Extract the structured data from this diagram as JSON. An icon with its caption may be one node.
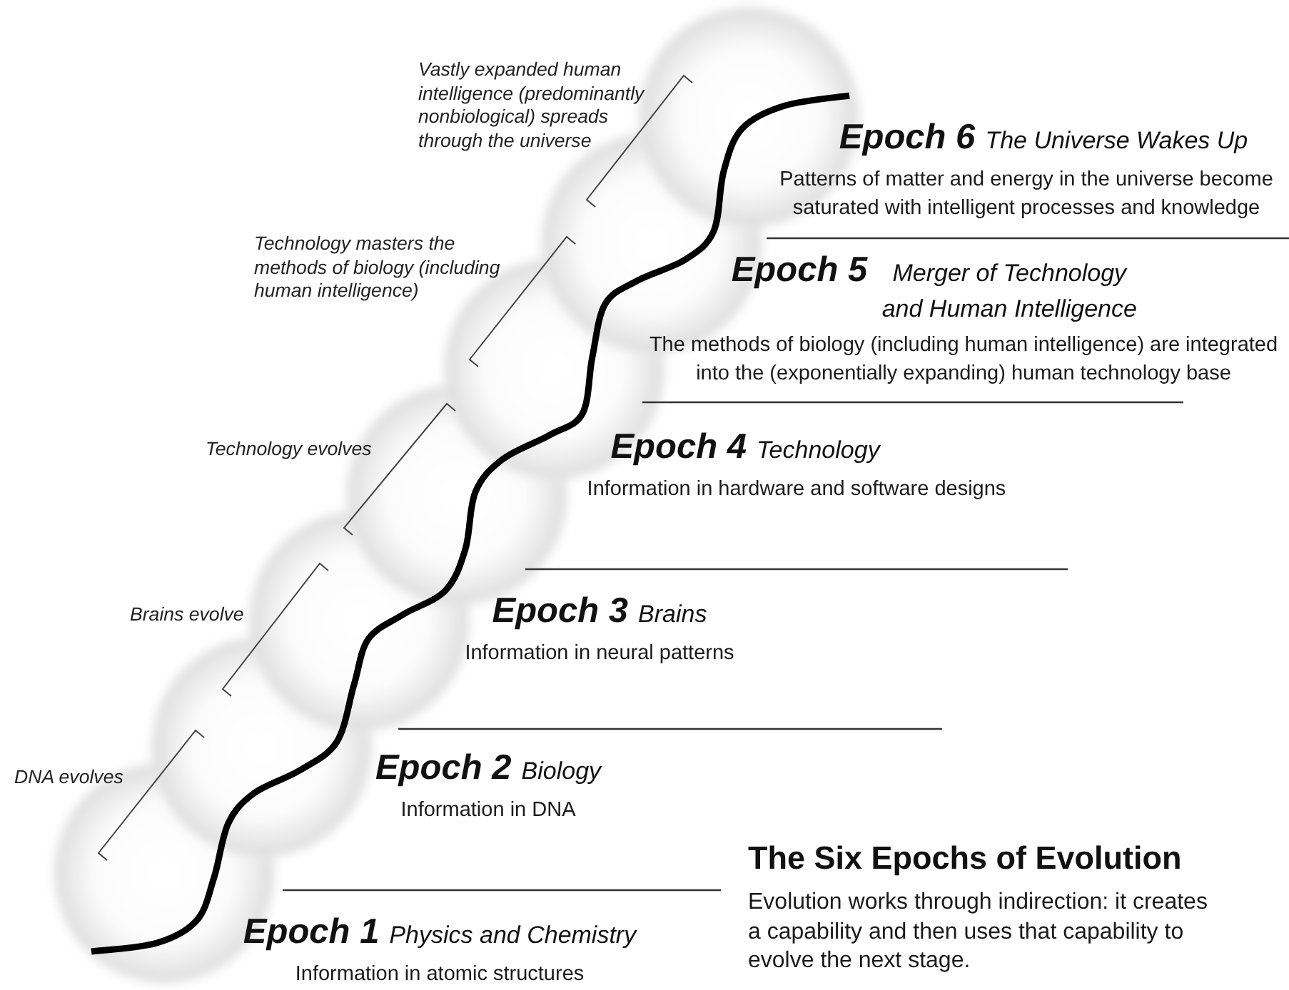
{
  "diagram": {
    "title": "The Six Epochs of Evolution",
    "caption": "Evolution works through indirection: it creates a capability and then uses that capability to evolve the next stage.",
    "nodes": [
      {
        "text": [
          "Epoch 6",
          "The Universe Wakes Up",
          "Patterns of matter and energy in the universe become saturated with intelligent processes and knowledge"
        ]
      },
      {
        "text": [
          "Epoch 5",
          "Merger of Technology and Human Intelligence",
          "The methods of biology (including human intelligence) are integrated into the (exponentially expanding) human technology base"
        ]
      },
      {
        "text": [
          "Epoch 4",
          "Technology",
          "Information in hardware and software designs"
        ]
      },
      {
        "text": [
          "Epoch 3",
          "Brains",
          "Information in neural patterns"
        ]
      },
      {
        "text": [
          "Epoch 2",
          "Biology",
          "Information in DNA"
        ]
      },
      {
        "text": [
          "Epoch 1",
          "Physics and Chemistry",
          "Information in atomic structures"
        ]
      }
    ],
    "labels": [
      "Vastly expanded human intelligence (predominantly nonbiological) spreads through the universe",
      "Technology masters the methods of biology (including human intelligence)",
      "Technology evolves",
      "Brains evolve",
      "DNA evolves"
    ]
  }
}
